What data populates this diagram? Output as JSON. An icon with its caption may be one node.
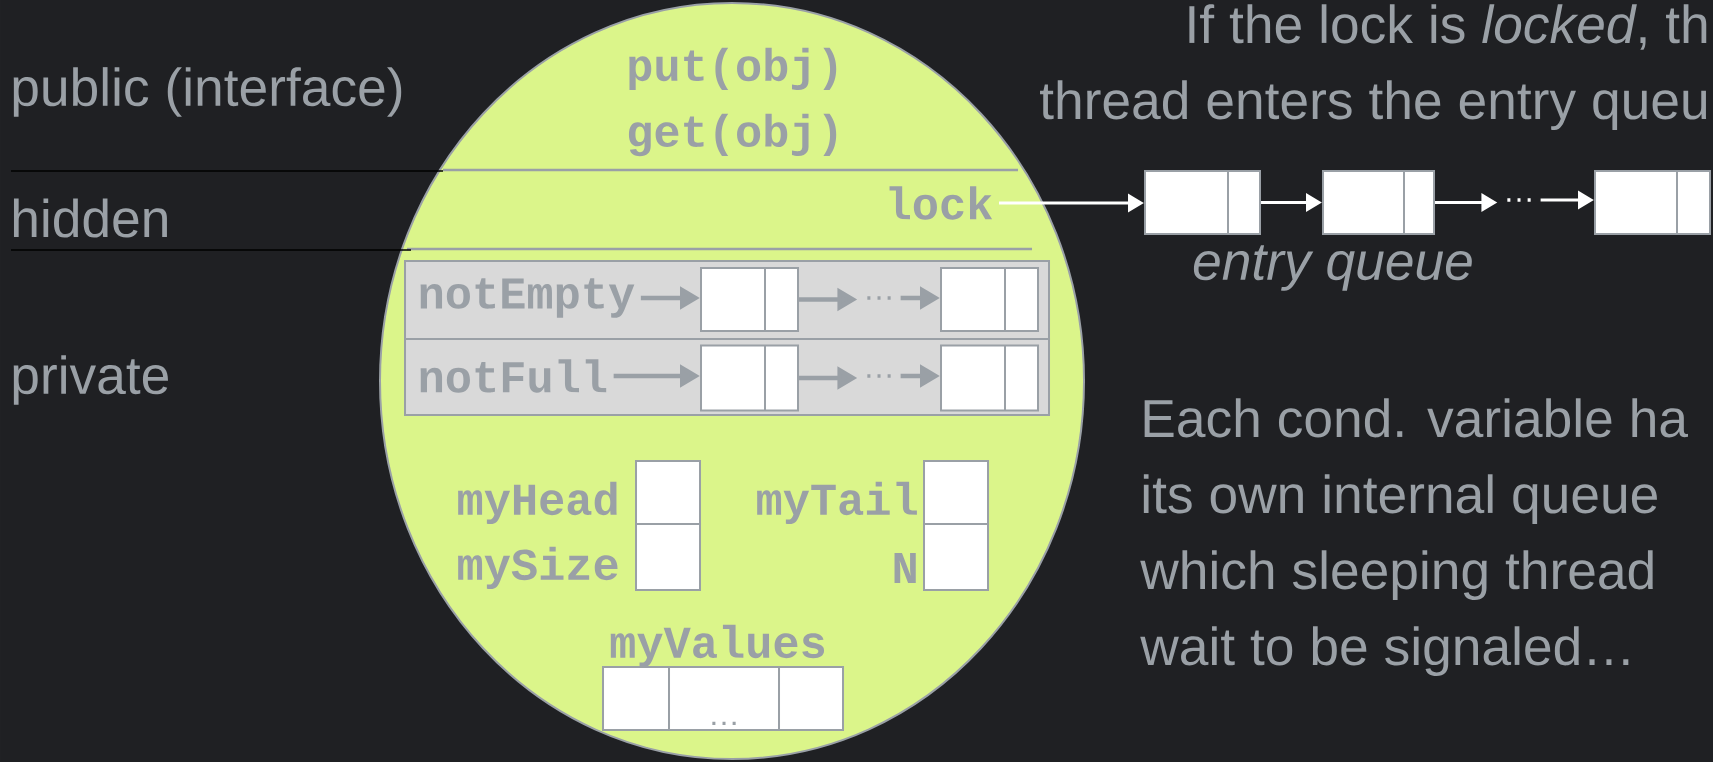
{
  "diagram": {
    "nodes": [
      {
        "text": [
          "put(obj)",
          "get(obj)"
        ]
      },
      {
        "text": [
          "lock"
        ],
        "in": 0
      },
      {
        "text": [],
        "shape": "box"
      },
      {
        "text": [],
        "shape": "box"
      },
      {
        "text": [
          "…"
        ]
      },
      {
        "text": [],
        "shape": "box"
      },
      {
        "text": [],
        "shape": "box",
        "in": 0
      },
      {
        "text": [
          "notEmpty"
        ],
        "in": 6
      },
      {
        "text": [],
        "shape": "box",
        "in": 6
      },
      {
        "text": [
          "…"
        ],
        "in": 6
      },
      {
        "text": [],
        "shape": "box",
        "in": 6
      },
      {
        "text": [],
        "shape": "box",
        "in": 0
      },
      {
        "text": [
          "notFull"
        ],
        "in": 11
      },
      {
        "text": [],
        "shape": "box",
        "in": 11
      },
      {
        "text": [
          "…"
        ],
        "in": 11
      },
      {
        "text": [],
        "shape": "box",
        "in": 11
      },
      {
        "text": [],
        "shape": "box",
        "in": 0,
        "beside": [
          "myHead"
        ]
      },
      {
        "text": [],
        "shape": "box",
        "in": 0,
        "beside": [
          "mySize"
        ]
      },
      {
        "text": [],
        "shape": "box",
        "in": 0,
        "beside": [
          "myTail"
        ]
      },
      {
        "text": [],
        "shape": "box",
        "in": 0,
        "beside": [
          "N"
        ]
      },
      {
        "text": [],
        "shape": "box",
        "in": 0
      },
      {
        "text": [
          "…"
        ],
        "in": 0
      },
      {
        "text": [],
        "shape": "box",
        "in": 0
      }
    ],
    "edges": [
      {
        "from": 1,
        "to": 2,
        "arrow": "to",
        "color": "#ffffff"
      },
      {
        "from": 2,
        "to": 3,
        "arrow": "to",
        "color": "#ffffff"
      },
      {
        "from": 3,
        "to": 4,
        "arrow": "to",
        "color": "#ffffff"
      },
      {
        "from": 4,
        "to": 5,
        "arrow": "to",
        "color": "#ffffff"
      },
      {
        "from": 7,
        "to": 8,
        "arrow": "to"
      },
      {
        "from": 8,
        "to": 9,
        "arrow": "to"
      },
      {
        "from": 9,
        "to": 10,
        "arrow": "to"
      },
      {
        "from": 12,
        "to": 13,
        "arrow": "to"
      },
      {
        "from": 13,
        "to": 14,
        "arrow": "to"
      },
      {
        "from": 14,
        "to": 15,
        "arrow": "to"
      }
    ],
    "labels": [
      "public (interface)",
      "hidden",
      "private",
      "If the lock is *locked*, th thread enters the entry queu",
      "entry queue",
      "myValues",
      "Each cond. variable ha its own internal queue which sleeping thread wait to be signaled…"
    ]
  }
}
